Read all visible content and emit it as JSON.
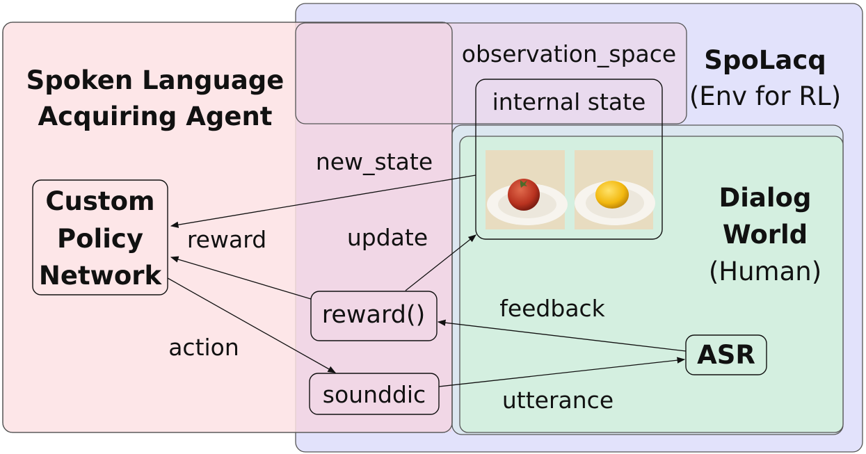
{
  "colors": {
    "agent_fill": "#fde2e4",
    "env_fill": "#e2e2fb",
    "world_fill": "#d4efe0",
    "overlap_fill": "#efd6e6",
    "stroke": "#555555",
    "tomato": "#c0392b",
    "lemon": "#f1c40f",
    "photo_bg": "#e8dcc0"
  },
  "agent": {
    "title_line1": "Spoken Language",
    "title_line2": "Acquiring Agent"
  },
  "env": {
    "title": "SpoLacq",
    "subtitle": "(Env for RL)"
  },
  "obs": {
    "label": "observation_space"
  },
  "internal": {
    "label": "internal state"
  },
  "world": {
    "title_line1": "Dialog",
    "title_line2": "World",
    "subtitle": "(Human)"
  },
  "policy": {
    "line1": "Custom",
    "line2": "Policy",
    "line3": "Network"
  },
  "nodes": {
    "reward_fn": "reward()",
    "sounddic": "sounddic",
    "asr": "ASR"
  },
  "edges": {
    "new_state": "new_state",
    "reward": "reward",
    "update": "update",
    "action": "action",
    "feedback": "feedback",
    "utterance": "utterance"
  },
  "images": [
    {
      "name": "tomato-on-plate-photo",
      "object": "tomato-icon"
    },
    {
      "name": "lemon-on-plate-photo",
      "object": "lemon-icon"
    }
  ]
}
